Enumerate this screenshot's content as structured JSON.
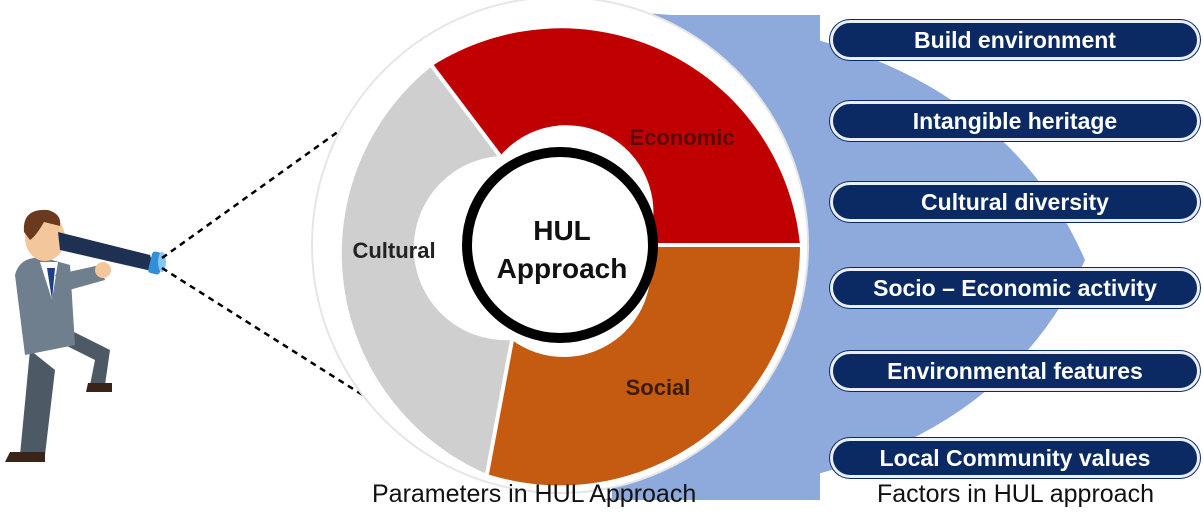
{
  "center": {
    "line1": "HUL",
    "line2": "Approach"
  },
  "parameters": [
    {
      "label": "Economic",
      "color": "#c00000",
      "text_color": "#5a0a0a"
    },
    {
      "label": "Social",
      "color": "#c55a11",
      "text_color": "#3a1c05"
    },
    {
      "label": "Cultural",
      "color": "#cfcfcf",
      "text_color": "#222222"
    }
  ],
  "factors": [
    {
      "label": "Build environment"
    },
    {
      "label": "Intangible heritage"
    },
    {
      "label": "Cultural diversity"
    },
    {
      "label": "Socio – Economic activity"
    },
    {
      "label": "Environmental features"
    },
    {
      "label": "Local Community values"
    }
  ],
  "colors": {
    "factor_pill": "#0b2a63",
    "fan_background": "#8eaadc",
    "center_ring": "#000000"
  },
  "captions": {
    "parameters": "Parameters in HUL Approach",
    "factors": "Factors in HUL approach"
  },
  "icons": {
    "observer": "person-with-telescope-icon"
  }
}
